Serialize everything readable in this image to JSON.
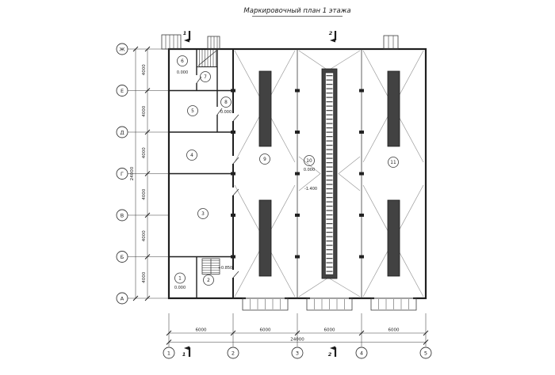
{
  "title": "Маркировочный план 1 этажа",
  "axes": {
    "rows": [
      "Ж",
      "Е",
      "Д",
      "Г",
      "В",
      "Б",
      "А"
    ],
    "cols": [
      "1",
      "2",
      "3",
      "4",
      "5"
    ]
  },
  "dims": {
    "left": [
      "4000",
      "4000",
      "4000",
      "4000",
      "4000",
      "4000"
    ],
    "left_total": "24000",
    "bottom": [
      "6000",
      "6000",
      "6000",
      "6000"
    ],
    "bottom_total": "24000"
  },
  "rooms": [
    "1",
    "2",
    "3",
    "4",
    "5",
    "6",
    "7",
    "8",
    "9",
    "10",
    "11"
  ],
  "levels": {
    "room1": "0.000",
    "room2": "+0.850",
    "room6": "0.000",
    "room8": "0.000",
    "room10": "0.000",
    "pit": "-1.400"
  },
  "sections": {
    "s1": "1",
    "s2": "2"
  },
  "colors": {
    "wall": "#1f1f1f",
    "thin_line": "#3c3c3c",
    "diagonal": "#9a9a9a",
    "pit_fill": "#424242"
  }
}
